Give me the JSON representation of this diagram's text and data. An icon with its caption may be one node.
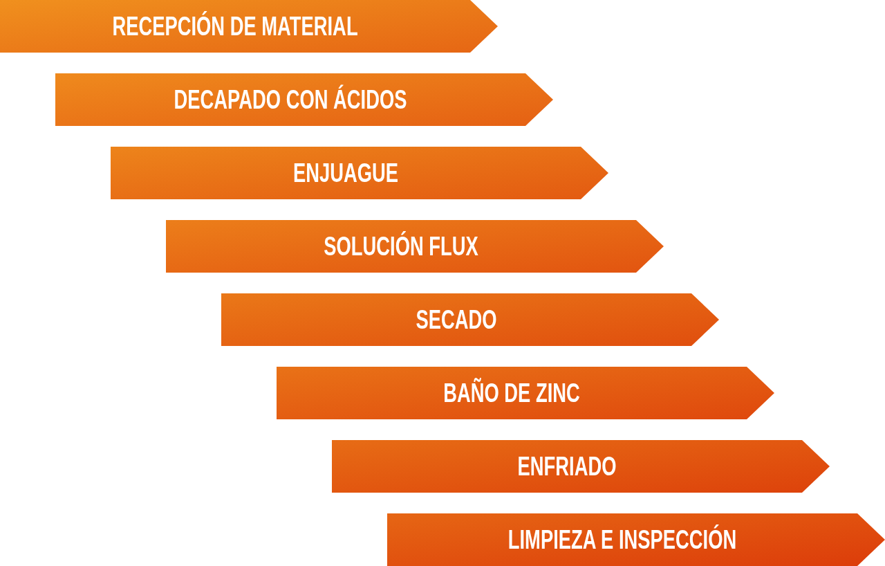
{
  "diagram": {
    "nodes": [
      {
        "text": [
          "RECEPCIÓN DE MATERIAL"
        ]
      },
      {
        "text": [
          "DECAPADO CON ÁCIDOS"
        ]
      },
      {
        "text": [
          "ENJUAGUE"
        ]
      },
      {
        "text": [
          "SOLUCIÓN FLUX"
        ]
      },
      {
        "text": [
          "SECADO"
        ]
      },
      {
        "text": [
          "BAÑO DE ZINC"
        ]
      },
      {
        "text": [
          "ENFRIADO"
        ]
      },
      {
        "text": [
          "LIMPIEZA E INSPECCIÓN"
        ]
      }
    ]
  }
}
